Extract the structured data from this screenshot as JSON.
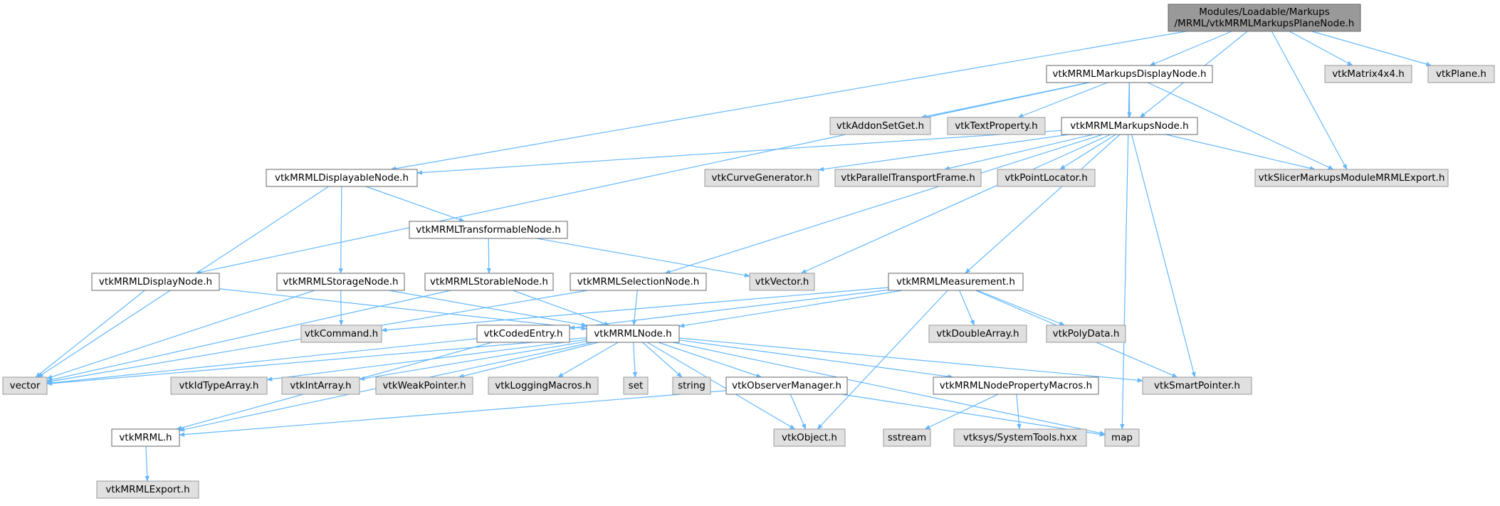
{
  "colors": {
    "edge": "#63B8FF",
    "root_fill": "#999999",
    "project_fill": "#ffffff",
    "project_border": "#666666",
    "external_fill": "#e0e0e0",
    "external_border": "#999999",
    "text": "#000000"
  },
  "nodes": {
    "root": {
      "lines": [
        "Modules/Loadable/Markups",
        "/MRML/vtkMRMLMarkupsPlaneNode.h"
      ],
      "kind": "root"
    },
    "markupsdisplaynode": {
      "lines": [
        "vtkMRMLMarkupsDisplayNode.h"
      ],
      "kind": "project"
    },
    "matrix4x4": {
      "lines": [
        "vtkMatrix4x4.h"
      ],
      "kind": "external"
    },
    "plane": {
      "lines": [
        "vtkPlane.h"
      ],
      "kind": "external"
    },
    "addonsetget": {
      "lines": [
        "vtkAddonSetGet.h"
      ],
      "kind": "external"
    },
    "textproperty": {
      "lines": [
        "vtkTextProperty.h"
      ],
      "kind": "external"
    },
    "markupsnode": {
      "lines": [
        "vtkMRMLMarkupsNode.h"
      ],
      "kind": "project"
    },
    "displayablenode": {
      "lines": [
        "vtkMRMLDisplayableNode.h"
      ],
      "kind": "project"
    },
    "curvegenerator": {
      "lines": [
        "vtkCurveGenerator.h"
      ],
      "kind": "external"
    },
    "paralleltransport": {
      "lines": [
        "vtkParallelTransportFrame.h"
      ],
      "kind": "external"
    },
    "pointlocator": {
      "lines": [
        "vtkPointLocator.h"
      ],
      "kind": "external"
    },
    "slicermarkupsexport": {
      "lines": [
        "vtkSlicerMarkupsModuleMRMLExport.h"
      ],
      "kind": "external"
    },
    "transformablenode": {
      "lines": [
        "vtkMRMLTransformableNode.h"
      ],
      "kind": "project"
    },
    "displaynode": {
      "lines": [
        "vtkMRMLDisplayNode.h"
      ],
      "kind": "project"
    },
    "storagenode": {
      "lines": [
        "vtkMRMLStorageNode.h"
      ],
      "kind": "project"
    },
    "storablenode": {
      "lines": [
        "vtkMRMLStorableNode.h"
      ],
      "kind": "project"
    },
    "selectionnode": {
      "lines": [
        "vtkMRMLSelectionNode.h"
      ],
      "kind": "project"
    },
    "vtkvector": {
      "lines": [
        "vtkVector.h"
      ],
      "kind": "external"
    },
    "measurement": {
      "lines": [
        "vtkMRMLMeasurement.h"
      ],
      "kind": "project"
    },
    "vtkcommand": {
      "lines": [
        "vtkCommand.h"
      ],
      "kind": "external"
    },
    "codedentry": {
      "lines": [
        "vtkCodedEntry.h"
      ],
      "kind": "project"
    },
    "mrmlnode": {
      "lines": [
        "vtkMRMLNode.h"
      ],
      "kind": "project"
    },
    "doublearray": {
      "lines": [
        "vtkDoubleArray.h"
      ],
      "kind": "external"
    },
    "polydata": {
      "lines": [
        "vtkPolyData.h"
      ],
      "kind": "external"
    },
    "vector": {
      "lines": [
        "vector"
      ],
      "kind": "external"
    },
    "idtypearray": {
      "lines": [
        "vtkIdTypeArray.h"
      ],
      "kind": "external"
    },
    "intarray": {
      "lines": [
        "vtkIntArray.h"
      ],
      "kind": "external"
    },
    "weakpointer": {
      "lines": [
        "vtkWeakPointer.h"
      ],
      "kind": "external"
    },
    "loggingmacros": {
      "lines": [
        "vtkLoggingMacros.h"
      ],
      "kind": "external"
    },
    "set": {
      "lines": [
        "set"
      ],
      "kind": "external"
    },
    "string": {
      "lines": [
        "string"
      ],
      "kind": "external"
    },
    "observermanager": {
      "lines": [
        "vtkObserverManager.h"
      ],
      "kind": "project"
    },
    "nodepropertymacros": {
      "lines": [
        "vtkMRMLNodePropertyMacros.h"
      ],
      "kind": "project"
    },
    "smartpointer": {
      "lines": [
        "vtkSmartPointer.h"
      ],
      "kind": "external"
    },
    "vtkmrml": {
      "lines": [
        "vtkMRML.h"
      ],
      "kind": "project"
    },
    "vtkobject": {
      "lines": [
        "vtkObject.h"
      ],
      "kind": "external"
    },
    "sstream": {
      "lines": [
        "sstream"
      ],
      "kind": "external"
    },
    "systemtools": {
      "lines": [
        "vtksys/SystemTools.hxx"
      ],
      "kind": "external"
    },
    "map": {
      "lines": [
        "map"
      ],
      "kind": "external"
    },
    "mrmlexport": {
      "lines": [
        "vtkMRMLExport.h"
      ],
      "kind": "external"
    }
  },
  "edges": [
    [
      "root",
      "markupsdisplaynode"
    ],
    [
      "root",
      "matrix4x4"
    ],
    [
      "root",
      "plane"
    ],
    [
      "root",
      "markupsnode"
    ],
    [
      "root",
      "slicermarkupsexport"
    ],
    [
      "root",
      "displayablenode"
    ],
    [
      "markupsdisplaynode",
      "addonsetget"
    ],
    [
      "markupsdisplaynode",
      "textproperty"
    ],
    [
      "markupsdisplaynode",
      "markupsnode"
    ],
    [
      "markupsdisplaynode",
      "slicermarkupsexport"
    ],
    [
      "markupsdisplaynode",
      "map"
    ],
    [
      "markupsdisplaynode",
      "displaynode"
    ],
    [
      "markupsnode",
      "displayablenode"
    ],
    [
      "markupsnode",
      "curvegenerator"
    ],
    [
      "markupsnode",
      "paralleltransport"
    ],
    [
      "markupsnode",
      "pointlocator"
    ],
    [
      "markupsnode",
      "slicermarkupsexport"
    ],
    [
      "markupsnode",
      "selectionnode"
    ],
    [
      "markupsnode",
      "vtkvector"
    ],
    [
      "markupsnode",
      "measurement"
    ],
    [
      "markupsnode",
      "smartpointer"
    ],
    [
      "displayablenode",
      "transformablenode"
    ],
    [
      "displayablenode",
      "storagenode"
    ],
    [
      "displayablenode",
      "vector"
    ],
    [
      "transformablenode",
      "storablenode"
    ],
    [
      "transformablenode",
      "vtkvector"
    ],
    [
      "displaynode",
      "mrmlnode"
    ],
    [
      "displaynode",
      "vector"
    ],
    [
      "storagenode",
      "vtkcommand"
    ],
    [
      "storagenode",
      "mrmlnode"
    ],
    [
      "storagenode",
      "vector"
    ],
    [
      "storablenode",
      "mrmlnode"
    ],
    [
      "storablenode",
      "vector"
    ],
    [
      "selectionnode",
      "mrmlnode"
    ],
    [
      "selectionnode",
      "vector"
    ],
    [
      "measurement",
      "mrmlnode"
    ],
    [
      "measurement",
      "codedentry"
    ],
    [
      "measurement",
      "vtkcommand"
    ],
    [
      "measurement",
      "doublearray"
    ],
    [
      "measurement",
      "polydata"
    ],
    [
      "measurement",
      "smartpointer"
    ],
    [
      "measurement",
      "vtkobject"
    ],
    [
      "codedentry",
      "vtkmrml"
    ],
    [
      "codedentry",
      "vector"
    ],
    [
      "mrmlnode",
      "vector"
    ],
    [
      "mrmlnode",
      "idtypearray"
    ],
    [
      "mrmlnode",
      "intarray"
    ],
    [
      "mrmlnode",
      "weakpointer"
    ],
    [
      "mrmlnode",
      "loggingmacros"
    ],
    [
      "mrmlnode",
      "set"
    ],
    [
      "mrmlnode",
      "string"
    ],
    [
      "mrmlnode",
      "observermanager"
    ],
    [
      "mrmlnode",
      "nodepropertymacros"
    ],
    [
      "mrmlnode",
      "smartpointer"
    ],
    [
      "mrmlnode",
      "map"
    ],
    [
      "mrmlnode",
      "vtkobject"
    ],
    [
      "mrmlnode",
      "vtkmrml"
    ],
    [
      "observermanager",
      "vtkmrml"
    ],
    [
      "observermanager",
      "vtkobject"
    ],
    [
      "observermanager",
      "map"
    ],
    [
      "nodepropertymacros",
      "sstream"
    ],
    [
      "nodepropertymacros",
      "systemtools"
    ],
    [
      "vtkmrml",
      "mrmlexport"
    ]
  ]
}
